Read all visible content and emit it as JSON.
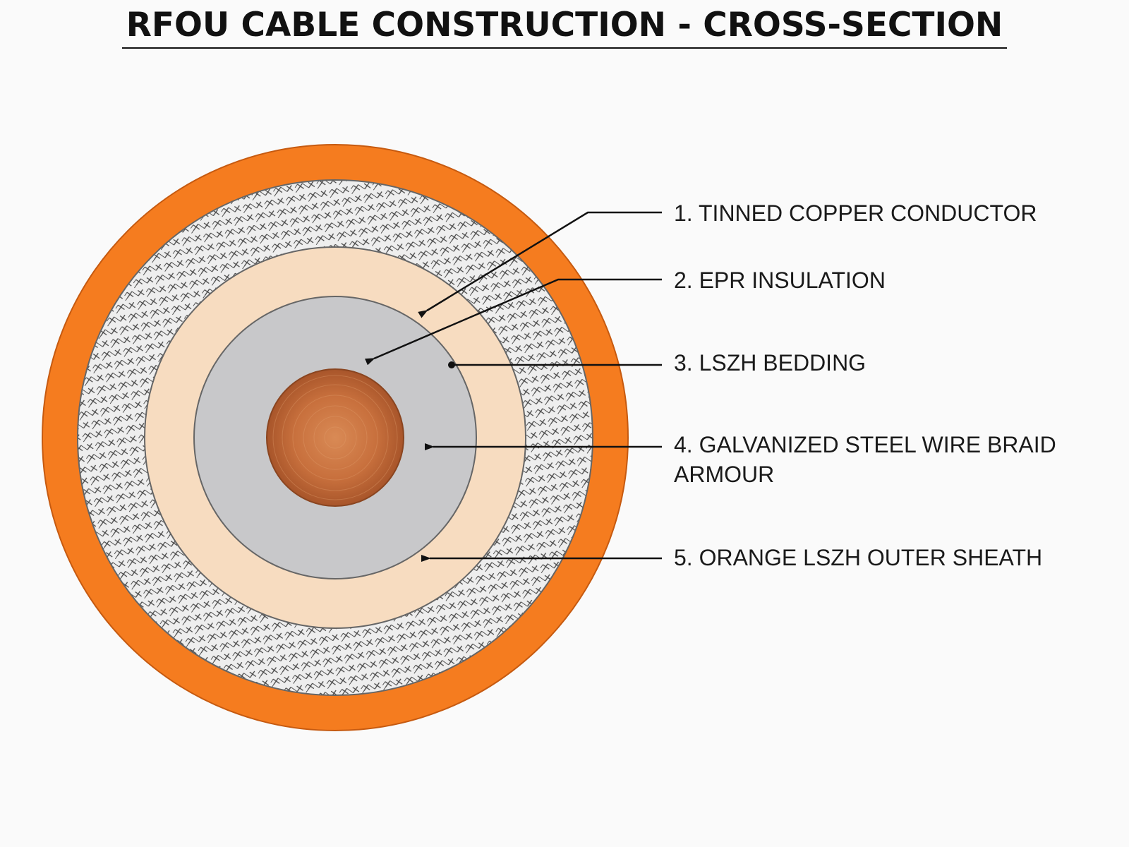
{
  "title": "RFOU CABLE CONSTRUCTION - CROSS-SECTION",
  "labels": [
    "1. TINNED COPPER CONDUCTOR",
    "2. EPR INSULATION",
    "3. LSZH BEDDING",
    "4. GALVANIZED STEEL WIRE BRAID ARMOUR",
    "5. ORANGE LSZH OUTER SHEATH"
  ],
  "colors": {
    "outer_sheath": "#f57c1f",
    "braid": "#e6e6e6",
    "insulation": "#f7dcc0",
    "bedding": "#c8c8ca",
    "conductor": "#c8703d",
    "leader": "#111111"
  }
}
